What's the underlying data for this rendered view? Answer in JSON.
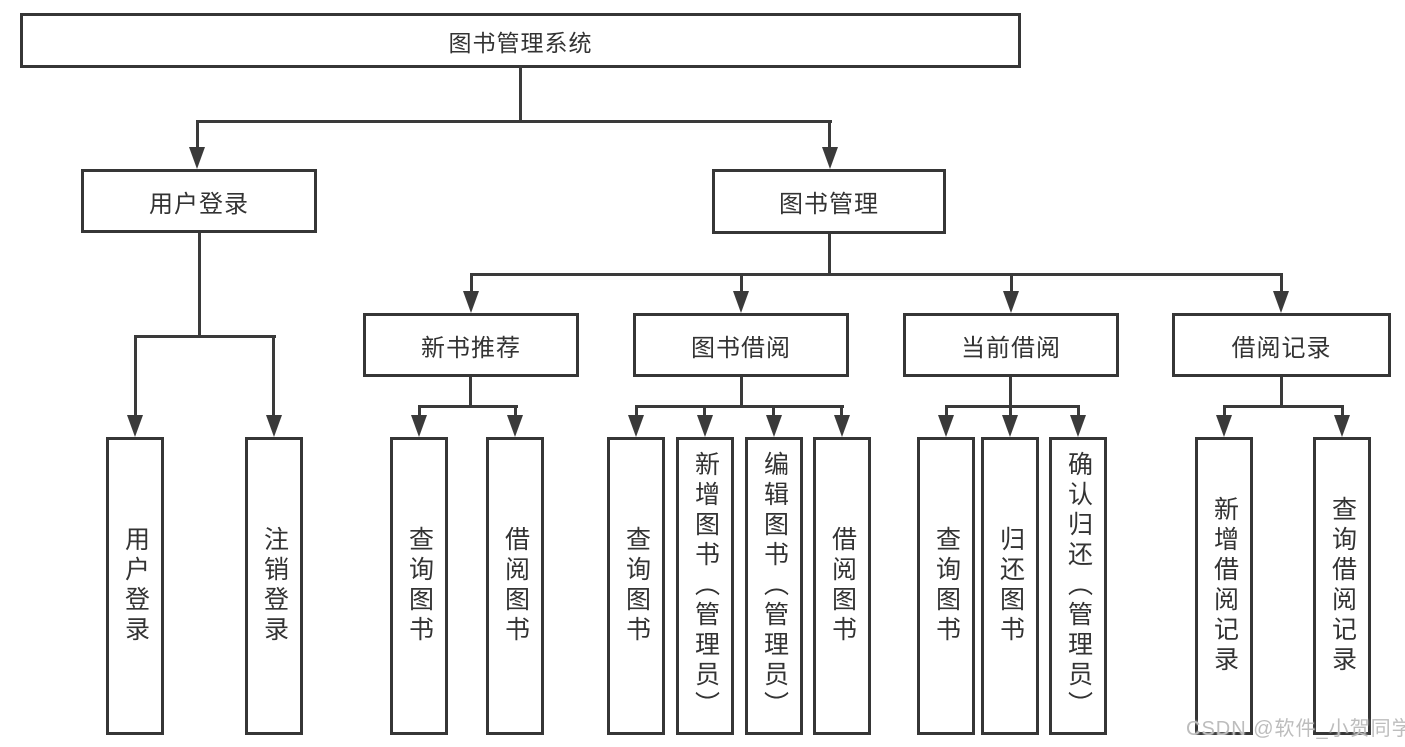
{
  "diagram": {
    "root": "图书管理系统",
    "level2": {
      "login": "用户登录",
      "management": "图书管理"
    },
    "level3": {
      "new_books": "新书推荐",
      "borrowing": "图书借阅",
      "current": "当前借阅",
      "records": "借阅记录"
    },
    "leaves": {
      "login": [
        "用户登录",
        "注销登录"
      ],
      "new_books": [
        "查询图书",
        "借阅图书"
      ],
      "borrowing": [
        "查询图书",
        "新增图书（管理员）",
        "编辑图书（管理员）",
        "借阅图书"
      ],
      "current": [
        "查询图书",
        "归还图书",
        "确认归还（管理员）"
      ],
      "records": [
        "新增借阅记录",
        "查询借阅记录"
      ]
    },
    "line_color": "#3a3a3a"
  },
  "watermark": "CSDN @软件_小贺同学"
}
